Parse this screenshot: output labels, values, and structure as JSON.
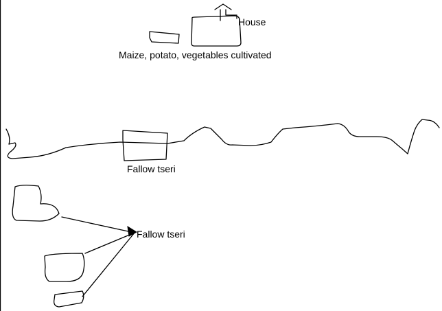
{
  "labels": {
    "house": "House",
    "crops": "Maize, potato, vegetables cultivated",
    "fallow_upper": "Fallow tseri",
    "fallow_lower": "Fallow tseri"
  },
  "colors": {
    "stroke": "#000000",
    "background": "#ffffff"
  }
}
